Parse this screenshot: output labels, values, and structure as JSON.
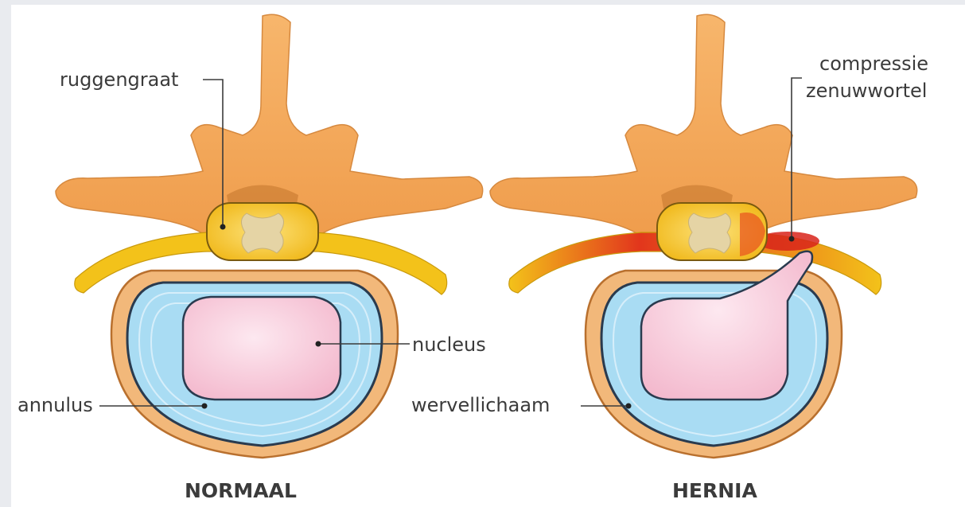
{
  "labels": {
    "ruggengraat": "ruggengraat",
    "compressie_line1": "compressie",
    "compressie_line2": "zenuwwortel",
    "nucleus": "nucleus",
    "annulus": "annulus",
    "wervellichaam": "wervellichaam"
  },
  "titles": {
    "normal": "NORMAAL",
    "hernia": "HERNIA"
  },
  "colors": {
    "bone": "#f4a95c",
    "nerve": "#f3c21a",
    "disc": "#a9dcf3",
    "nucleus": "#f6c6d8",
    "compression": "#d8231a"
  }
}
